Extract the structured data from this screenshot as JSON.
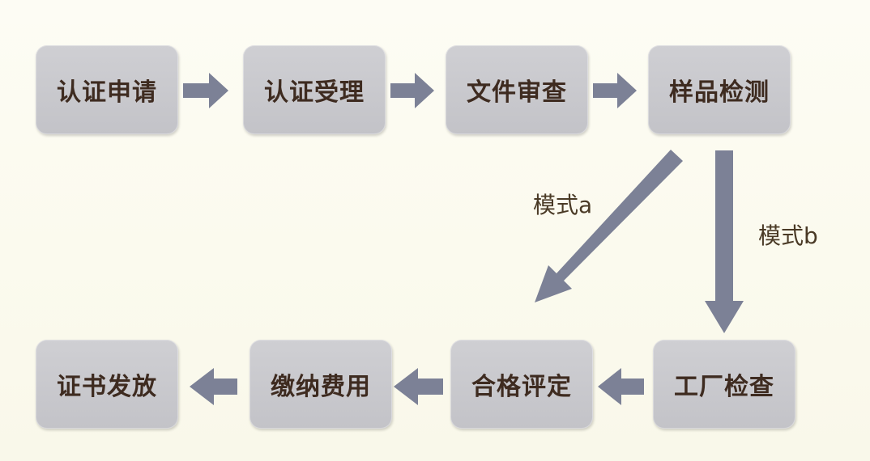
{
  "diagram": {
    "steps": {
      "apply": "认证申请",
      "accept": "认证受理",
      "document_review": "文件审查",
      "sample_testing": "样品检测",
      "certificate_issue": "证书发放",
      "pay_fees": "缴纳费用",
      "conformity_evaluation": "合格评定",
      "factory_inspection": "工厂检查"
    },
    "paths": {
      "mode_a": "模式a",
      "mode_b": "模式b"
    },
    "colors": {
      "box_fill": "#c8c8cc",
      "box_text": "#3e2b20",
      "arrow": "#7c8196",
      "background": "#fcfbf1"
    }
  }
}
